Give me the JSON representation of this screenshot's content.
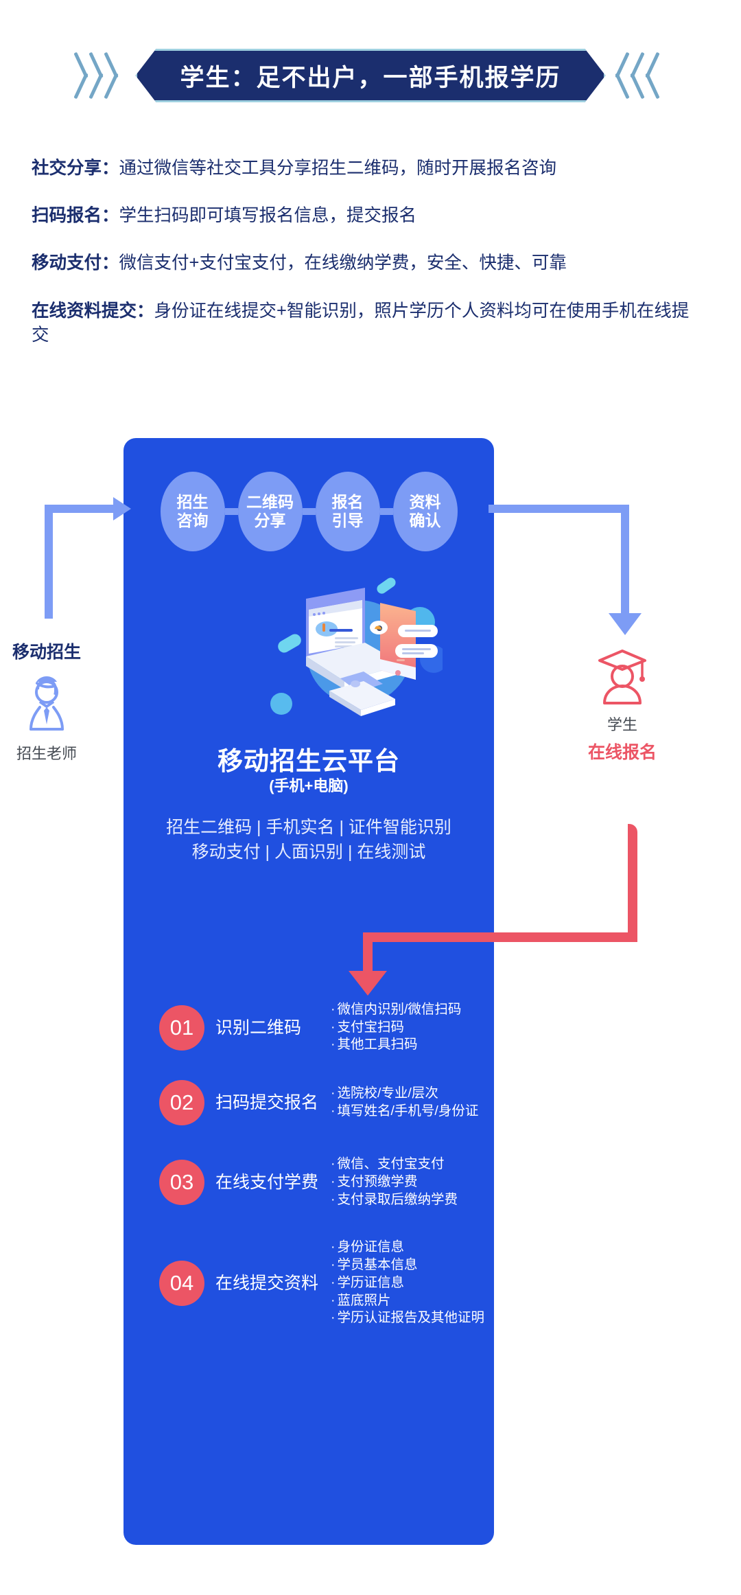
{
  "header": {
    "title": "学生：足不出户，一部手机报学历",
    "chevron_left_icon": "chevrons-left-icon",
    "chevron_right_icon": "chevrons-right-icon"
  },
  "bullets": [
    {
      "label": "社交分享：",
      "text": "通过微信等社交工具分享招生二维码，随时开展报名咨询"
    },
    {
      "label": "扫码报名：",
      "text": "学生扫码即可填写报名信息，提交报名"
    },
    {
      "label": "移动支付：",
      "text": "微信支付+支付宝支付，在线缴纳学费，安全、快捷、可靠"
    },
    {
      "label": "在线资料提交：",
      "text": "身份证在线提交+智能识别，照片学历个人资料均可在使用手机在线提交"
    }
  ],
  "flow": {
    "steps": [
      {
        "line1": "招生",
        "line2": "咨询"
      },
      {
        "line1": "二维码",
        "line2": "分享"
      },
      {
        "line1": "报名",
        "line2": "引导"
      },
      {
        "line1": "资料",
        "line2": "确认"
      }
    ]
  },
  "actors": {
    "left": {
      "title": "移动招生",
      "icon": "teacher-person-icon",
      "caption": "招生老师"
    },
    "right": {
      "icon": "graduate-student-icon",
      "caption": "学生",
      "highlight": "在线报名"
    }
  },
  "platform": {
    "illustration_icon": "desktop-and-phone-cloud-illustration",
    "title": "移动招生云平台",
    "subtitle": "(手机+电脑)",
    "features_line1": "招生二维码 | 手机实名 | 证件智能识别",
    "features_line2": "移动支付 | 人面识别 | 在线测试"
  },
  "steps": [
    {
      "num": "01",
      "name": "识别二维码",
      "items": [
        "微信内识别/微信扫码",
        "支付宝扫码",
        "其他工具扫码"
      ]
    },
    {
      "num": "02",
      "name": "扫码提交报名",
      "items": [
        "选院校/专业/层次",
        "填写姓名/手机号/身份证"
      ]
    },
    {
      "num": "03",
      "name": "在线支付学费",
      "items": [
        "微信、支付宝支付",
        "支付预缴学费",
        "支付录取后缴纳学费"
      ]
    },
    {
      "num": "04",
      "name": "在线提交资料",
      "items": [
        "身份证信息",
        "学员基本信息",
        "学历证信息",
        "蓝底照片",
        "学历认证报告及其他证明"
      ]
    }
  ],
  "colors": {
    "banner_bg": "#1b2e6e",
    "banner_border": "#9fd0e0",
    "chevron": "#74a6c6",
    "panel_blue": "#2050e0",
    "ellipse_blue": "#7d9cf5",
    "accent_red": "#ec5565",
    "text_navy": "#1b2e6e"
  }
}
